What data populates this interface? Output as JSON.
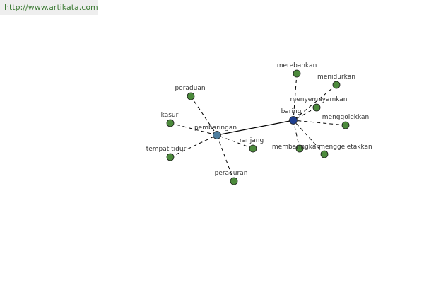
{
  "site": {
    "url": "http://www.artikata.com"
  },
  "colors": {
    "hub_primary": "#1f3f8f",
    "hub_secondary": "#4f7fa0",
    "leaf": "#4c8a3c",
    "edge": "#000000",
    "url_text": "#3c7a34",
    "url_bg": "#eeeeee"
  },
  "graph": {
    "hubs": [
      {
        "id": "baring",
        "label": "baring",
        "color": "hub_primary"
      },
      {
        "id": "pembaringan",
        "label": "pembaringan",
        "color": "hub_secondary"
      }
    ],
    "leaves": [
      {
        "id": "merebahkan",
        "label": "merebahkan",
        "hub": "baring"
      },
      {
        "id": "menidurkan",
        "label": "menidurkan",
        "hub": "baring"
      },
      {
        "id": "menyemayamkan",
        "label": "menyemayamkan",
        "hub": "baring"
      },
      {
        "id": "menggolekkan",
        "label": "menggolekkan",
        "hub": "baring"
      },
      {
        "id": "membaringkan",
        "label": "membaringkan",
        "hub": "baring"
      },
      {
        "id": "menggeletakkan",
        "label": "menggeletakkan",
        "hub": "baring"
      },
      {
        "id": "peraduan",
        "label": "peraduan",
        "hub": "pembaringan"
      },
      {
        "id": "kasur",
        "label": "kasur",
        "hub": "pembaringan"
      },
      {
        "id": "tempat-tidur",
        "label": "tempat tidur",
        "hub": "pembaringan"
      },
      {
        "id": "ranjang",
        "label": "ranjang",
        "hub": "pembaringan"
      },
      {
        "id": "peraduran",
        "label": "peraduran",
        "hub": "pembaringan"
      }
    ],
    "links": [
      {
        "from": "pembaringan",
        "to": "baring",
        "style": "solid"
      }
    ]
  }
}
